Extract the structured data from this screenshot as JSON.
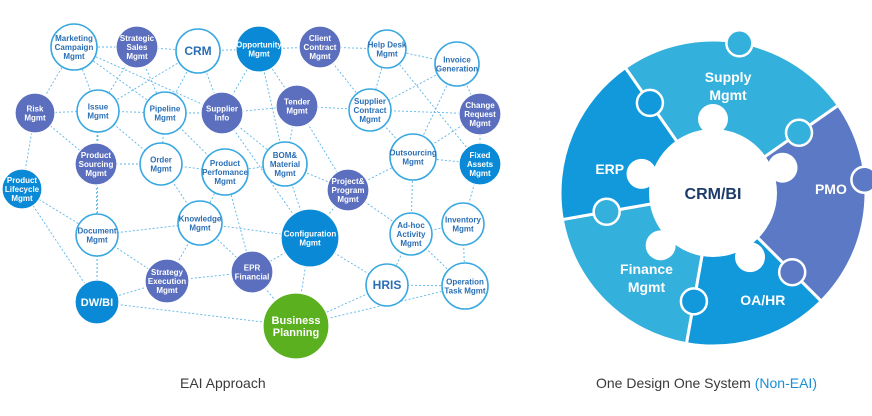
{
  "left_diagram": {
    "caption": "EAI Approach",
    "nodes": [
      {
        "id": "marketing",
        "lines": [
          "Marketing",
          "Campaign",
          "Mgmt"
        ],
        "style": "white"
      },
      {
        "id": "strategic-sales",
        "lines": [
          "Strategic",
          "Sales",
          "Mgmt"
        ],
        "style": "indigo"
      },
      {
        "id": "crm",
        "lines": [
          "CRM"
        ],
        "style": "white-big"
      },
      {
        "id": "opportunity",
        "lines": [
          "Opportunity",
          "Mgmt"
        ],
        "style": "blue"
      },
      {
        "id": "client-contract",
        "lines": [
          "Client",
          "Contract",
          "Mgmt"
        ],
        "style": "indigo"
      },
      {
        "id": "help-desk",
        "lines": [
          "Help Desk",
          "Mgmt"
        ],
        "style": "white"
      },
      {
        "id": "invoice",
        "lines": [
          "Invoice",
          "Generation"
        ],
        "style": "white"
      },
      {
        "id": "risk",
        "lines": [
          "Risk",
          "Mgmt"
        ],
        "style": "indigo"
      },
      {
        "id": "issue",
        "lines": [
          "Issue",
          "Mgmt"
        ],
        "style": "white"
      },
      {
        "id": "pipeline",
        "lines": [
          "Pipeline",
          "Mgmt"
        ],
        "style": "white"
      },
      {
        "id": "supplier-info",
        "lines": [
          "Supplier",
          "Info"
        ],
        "style": "indigo"
      },
      {
        "id": "tender",
        "lines": [
          "Tender",
          "Mgmt"
        ],
        "style": "indigo"
      },
      {
        "id": "supplier-contract",
        "lines": [
          "Supplier",
          "Contract",
          "Mgmt"
        ],
        "style": "white"
      },
      {
        "id": "change-request",
        "lines": [
          "Change",
          "Request",
          "Mgmt"
        ],
        "style": "indigo"
      },
      {
        "id": "product-sourcing",
        "lines": [
          "Product",
          "Sourcing",
          "Mgmt"
        ],
        "style": "indigo"
      },
      {
        "id": "order",
        "lines": [
          "Order",
          "Mgmt"
        ],
        "style": "white"
      },
      {
        "id": "product-performance",
        "lines": [
          "Product",
          "Perfomance",
          "Mgmt"
        ],
        "style": "white"
      },
      {
        "id": "bom",
        "lines": [
          "BOM&",
          "Material",
          "Mgmt"
        ],
        "style": "white"
      },
      {
        "id": "outsourcing",
        "lines": [
          "Outsourcing",
          "Mgmt"
        ],
        "style": "white"
      },
      {
        "id": "fixed-assets",
        "lines": [
          "Fixed",
          "Assets",
          "Mgmt"
        ],
        "style": "blue"
      },
      {
        "id": "product-lifecycle",
        "lines": [
          "Product",
          "Lifecycle",
          "Mgmt"
        ],
        "style": "blue"
      },
      {
        "id": "project",
        "lines": [
          "Project&",
          "Program",
          "Mgmt"
        ],
        "style": "indigo"
      },
      {
        "id": "knowledge",
        "lines": [
          "Knowledge",
          "Mgmt"
        ],
        "style": "white"
      },
      {
        "id": "document",
        "lines": [
          "Document",
          "Mgmt"
        ],
        "style": "white"
      },
      {
        "id": "configuration",
        "lines": [
          "Configuration",
          "Mgmt"
        ],
        "style": "blue"
      },
      {
        "id": "adhoc",
        "lines": [
          "Ad-hoc",
          "Activity",
          "Mgmt"
        ],
        "style": "white"
      },
      {
        "id": "inventory",
        "lines": [
          "Inventory",
          "Mgmt"
        ],
        "style": "white"
      },
      {
        "id": "strategy-exec",
        "lines": [
          "Strategy",
          "Execution",
          "Mgmt"
        ],
        "style": "indigo"
      },
      {
        "id": "epr",
        "lines": [
          "EPR",
          "Financial"
        ],
        "style": "indigo"
      },
      {
        "id": "hris",
        "lines": [
          "HRIS"
        ],
        "style": "white-big"
      },
      {
        "id": "operation-task",
        "lines": [
          "Operation",
          "Task Mgmt"
        ],
        "style": "white"
      },
      {
        "id": "dwbi",
        "lines": [
          "DW/BI"
        ],
        "style": "blue-big"
      },
      {
        "id": "business-planning",
        "lines": [
          "Business",
          "Planning"
        ],
        "style": "green"
      }
    ]
  },
  "right_diagram": {
    "caption_main": "One Design One System ",
    "caption_highlight": "(Non-EAI)",
    "center_label": "CRM/BI",
    "pieces": [
      {
        "id": "supply",
        "lines": [
          "Supply",
          "Mgmt"
        ]
      },
      {
        "id": "pmo",
        "lines": [
          "PMO"
        ]
      },
      {
        "id": "erp",
        "lines": [
          "ERP"
        ]
      },
      {
        "id": "finance",
        "lines": [
          "Finance",
          "Mgmt"
        ]
      },
      {
        "id": "oahr",
        "lines": [
          "OA/HR"
        ]
      }
    ]
  },
  "colors": {
    "white_fill": "#ffffff",
    "white_stroke": "#39a8e0",
    "white_text": "#2a6fb5",
    "blue_fill": "#0a8ad6",
    "indigo_fill": "#5b6fbe",
    "green_fill": "#5ab01e",
    "line": "#5bb6e8",
    "ring_dark": "#1199dc",
    "ring_light": "#34b0dc",
    "ring_indigo": "#5b79c4",
    "center_text": "#1d3b6a"
  }
}
